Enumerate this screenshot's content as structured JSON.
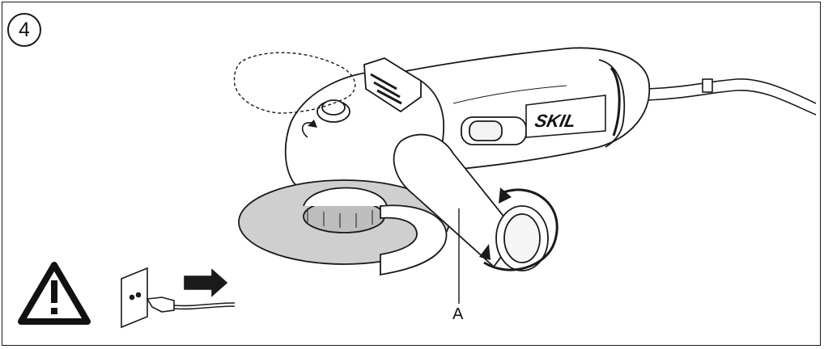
{
  "figure": {
    "step_number": "4",
    "brand_logo_text": "SKIL",
    "callout_label": "A",
    "icons": [
      "warning-triangle-icon",
      "unplug-from-socket-icon",
      "rotation-arrow-icon"
    ],
    "colors": {
      "line": "#1a1a1a",
      "fill": "#ffffff",
      "disc_gray": "#cfcfcf"
    }
  }
}
